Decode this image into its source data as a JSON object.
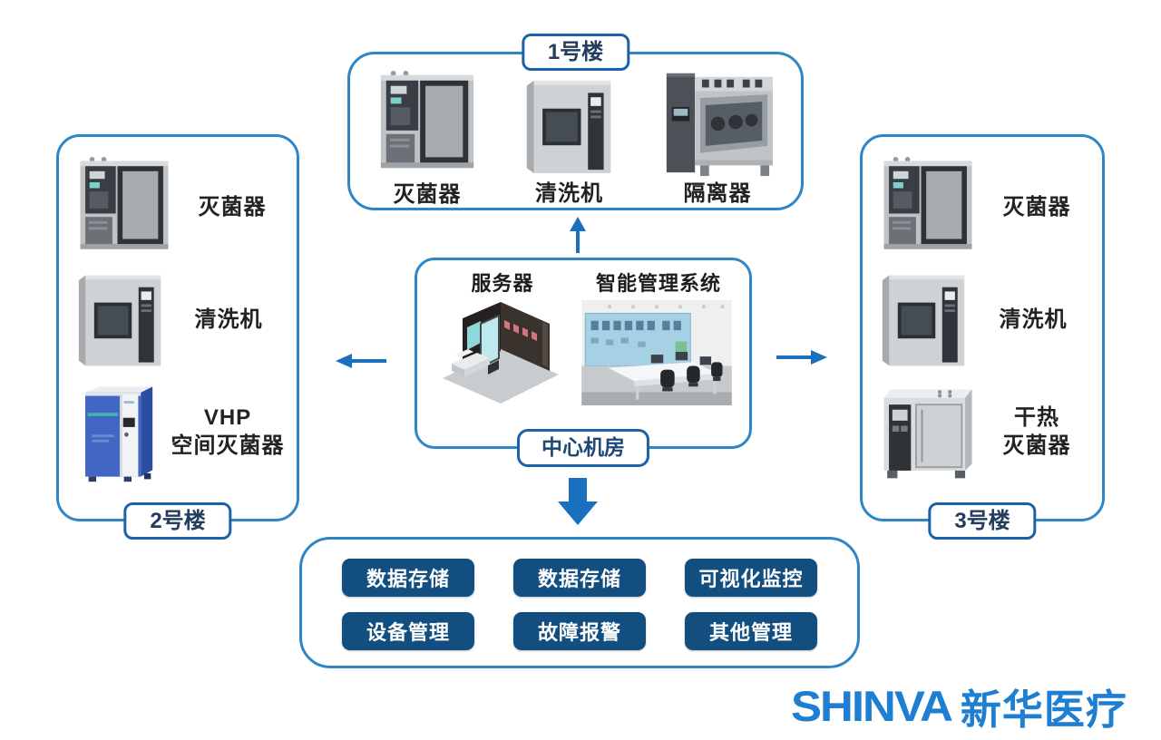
{
  "colors": {
    "group_border": "#2e86c6",
    "pill_border": "#1a63a8",
    "pill_text": "#233d5e",
    "button_bg": "#124f80",
    "button_text": "#ffffff",
    "arrow": "#1a6fbe",
    "logo_blue": "#1e7ed1",
    "caption_text": "#222222"
  },
  "building1": {
    "label": "1号楼",
    "items": [
      {
        "lines": [
          "灭菌器"
        ]
      },
      {
        "lines": [
          "清洗机"
        ]
      },
      {
        "lines": [
          "隔离器"
        ]
      }
    ]
  },
  "building2": {
    "label": "2号楼",
    "items": [
      {
        "lines": [
          "灭菌器"
        ]
      },
      {
        "lines": [
          "清洗机"
        ]
      },
      {
        "lines": [
          "VHP",
          "空间灭菌器"
        ]
      }
    ]
  },
  "building3": {
    "label": "3号楼",
    "items": [
      {
        "lines": [
          "灭菌器"
        ]
      },
      {
        "lines": [
          "清洗机"
        ]
      },
      {
        "lines": [
          "干热",
          "灭菌器"
        ]
      }
    ]
  },
  "center_room": {
    "server_label": "服务器",
    "system_label": "智能管理系统",
    "room_label": "中心机房"
  },
  "functions": {
    "buttons": [
      "数据存储",
      "数据存储",
      "可视化监控",
      "设备管理",
      "故障报警",
      "其他管理"
    ]
  },
  "logo": {
    "latin": "SHINVA",
    "chinese": "新华医疗"
  }
}
